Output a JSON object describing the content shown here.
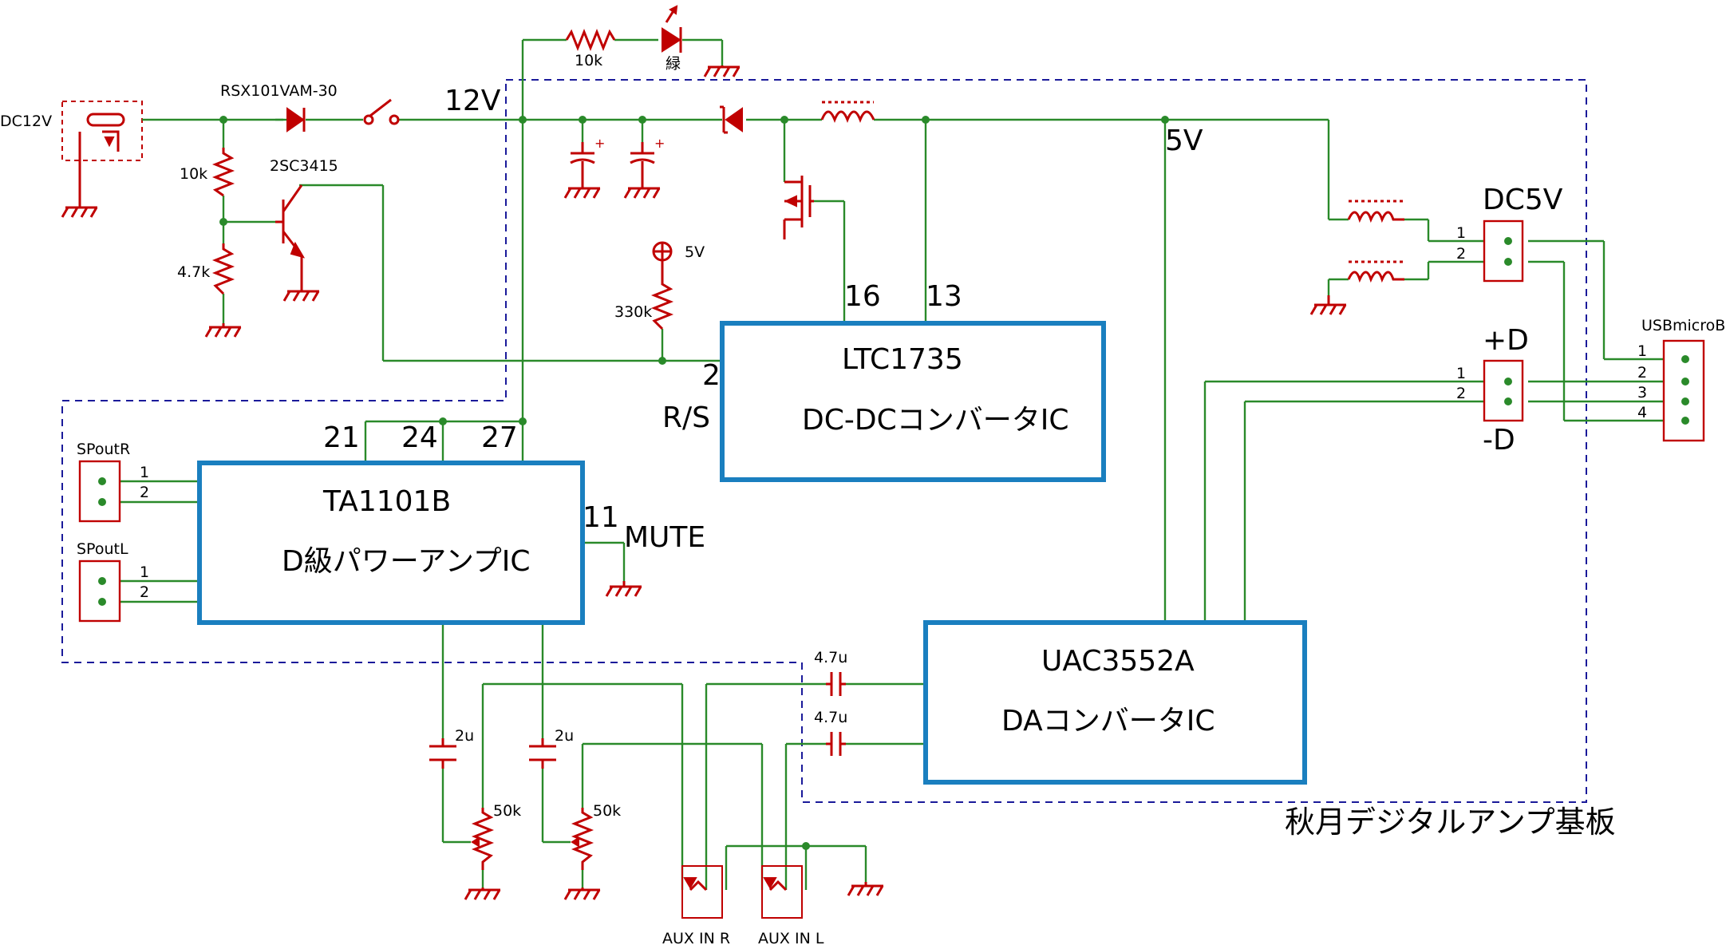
{
  "diagram": {
    "board_label": "秋月デジタルアンプ基板",
    "net_labels": {
      "v12": "12V",
      "v5": "5V"
    },
    "ics": {
      "ltc": {
        "name": "LTC1735",
        "desc": "DC-DCコンバータIC",
        "pins": [
          "16",
          "13",
          "2"
        ],
        "pin_note": "R/S"
      },
      "ta": {
        "name": "TA1101B",
        "desc": "D級パワーアンプIC",
        "pins": [
          "21",
          "24",
          "27",
          "11"
        ],
        "pin_note": "MUTE"
      },
      "uac": {
        "name": "UAC3552A",
        "desc": "DAコンバータIC"
      }
    },
    "components": {
      "dc_jack": "DC12V",
      "diode": "RSX101VAM-30",
      "transistor": "2SC3415",
      "r_top": "10k",
      "r_bottom": "4.7k",
      "r_led": "10k",
      "led_color": "緑",
      "r_pullup": "330k",
      "pullup_rail": "5V",
      "cap_c1": "4.7u",
      "cap_c2": "4.7u",
      "cap_l1": "2u",
      "cap_l2": "2u",
      "pot_1": "50k",
      "pot_2": "50k"
    },
    "connectors": {
      "dc5v": {
        "name": "DC5V",
        "pins": [
          "1",
          "2"
        ]
      },
      "data": {
        "plus": "+D",
        "minus": "-D",
        "pins": [
          "1",
          "2"
        ]
      },
      "usb": {
        "name": "USBmicroB",
        "pins": [
          "1",
          "2",
          "3",
          "4"
        ]
      },
      "spout_r": {
        "name": "SPoutR",
        "pins": [
          "1",
          "2"
        ]
      },
      "spout_l": {
        "name": "SPoutL",
        "pins": [
          "1",
          "2"
        ]
      },
      "aux_r": "AUX IN R",
      "aux_l": "AUX IN L"
    },
    "colors": {
      "wire": "#2a8a2a",
      "component": "#c00000",
      "ic_border": "#1a7fbf",
      "board_outline": "#1a1a9a"
    }
  }
}
